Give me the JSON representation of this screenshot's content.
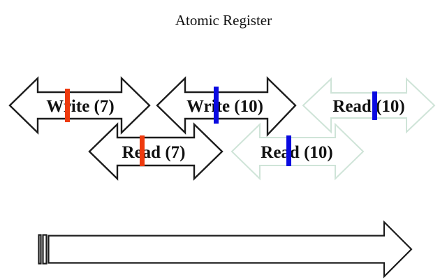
{
  "title": "Atomic Register",
  "colors": {
    "background": "#ffffff",
    "fill_white": "#ffffff",
    "outline_black": "#1c1c1c",
    "outline_mint": "#cfe4d8",
    "marker_red": "#ee3a0e",
    "marker_blue": "#0a0ae0",
    "text": "#111111"
  },
  "operations": [
    {
      "label": "Write (7)",
      "outline": "#1c1c1c",
      "marker": "#ee3a0e"
    },
    {
      "label": "Write (10)",
      "outline": "#1c1c1c",
      "marker": "#0a0ae0"
    },
    {
      "label": "Read (10)",
      "outline": "#cfe4d8",
      "marker": "#0a0ae0"
    },
    {
      "label": "Read (7)",
      "outline": "#1c1c1c",
      "marker": "#ee3a0e"
    },
    {
      "label": "Read (10)",
      "outline": "#cfe4d8",
      "marker": "#0a0ae0"
    }
  ]
}
